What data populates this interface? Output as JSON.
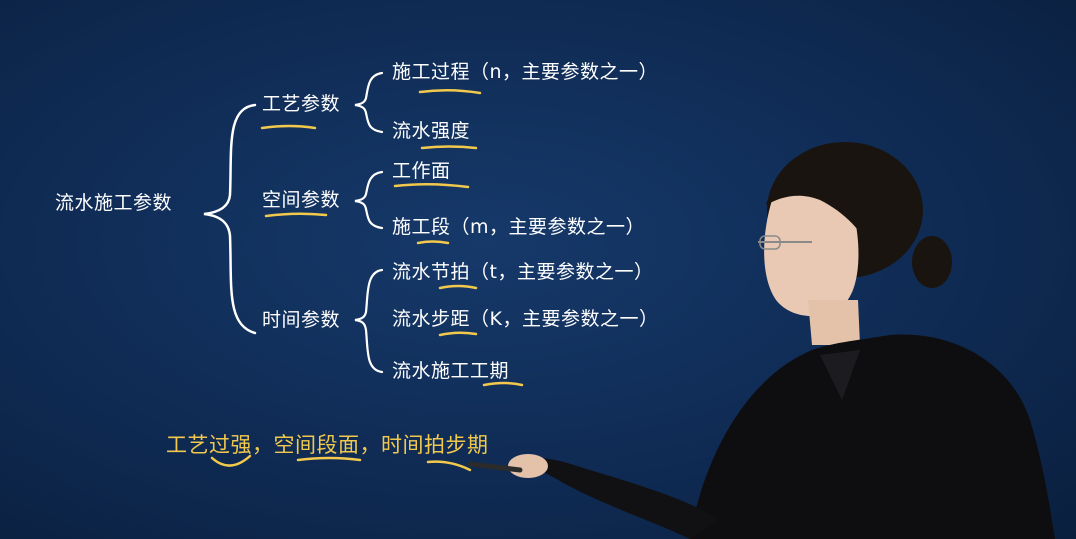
{
  "diagram": {
    "root": "流水施工参数",
    "groups": [
      {
        "label": "工艺参数",
        "items": [
          "施工过程（n，主要参数之一）",
          "流水强度"
        ]
      },
      {
        "label": "空间参数",
        "items": [
          "工作面",
          "施工段（m，主要参数之一）"
        ]
      },
      {
        "label": "时间参数",
        "items": [
          "流水节拍（t，主要参数之一）",
          "流水步距（K，主要参数之一）",
          "流水施工工期"
        ]
      }
    ]
  },
  "mnemonic": "工艺过强，空间段面，时间拍步期",
  "colors": {
    "background": "#0f2b54",
    "text": "#ffffff",
    "highlight": "#f2c94c"
  }
}
